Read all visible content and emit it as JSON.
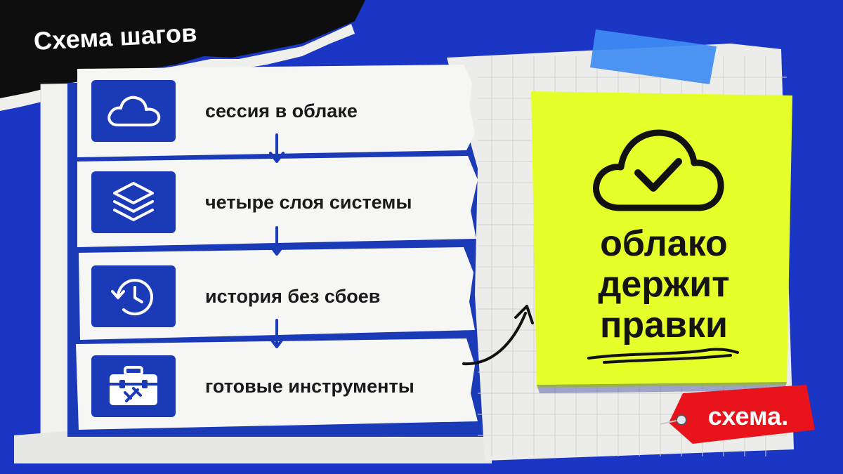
{
  "header": {
    "title": "Схема шагов"
  },
  "steps": [
    {
      "label": "сессия в облаке",
      "icon": "cloud-icon"
    },
    {
      "label": "четыре слоя системы",
      "icon": "layers-icon"
    },
    {
      "label": "история без сбоев",
      "icon": "history-clock-icon"
    },
    {
      "label": "готовые инструменты",
      "icon": "toolbox-icon"
    }
  ],
  "note": {
    "icon": "cloud-check-icon",
    "lines": [
      "облако",
      "держит",
      "правки"
    ]
  },
  "tag": {
    "label": "схема."
  },
  "colors": {
    "background": "#1b35c4",
    "accent_yellow": "#e4ff2a",
    "tag_red": "#e8131b",
    "icon_blue": "#1b3ab8",
    "paper": "#f2f2f0"
  }
}
